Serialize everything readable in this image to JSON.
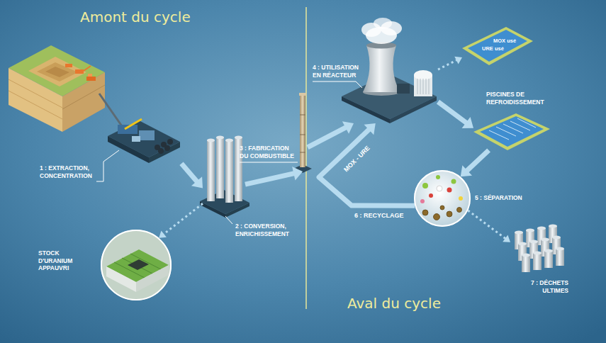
{
  "diagram": {
    "nodes": [
      {
        "text": [
          "1 : EXTRACTION, CONCENTRATION"
        ]
      },
      {
        "text": [
          "2 : CONVERSION, ENRICHISSEMENT"
        ]
      },
      {
        "text": [
          "STOCK D'URANIUM APPAUVRI"
        ]
      },
      {
        "text": [
          "3 : FABRICATION DU COMBUSTIBLE"
        ]
      },
      {
        "text": [
          "4 : UTILISATION EN RÉACTEUR"
        ]
      },
      {
        "text": [
          "MOX usé",
          "URE usé"
        ]
      },
      {
        "text": [
          "PISCINES DE REFROIDISSEMENT"
        ]
      },
      {
        "text": [
          "5 : SÉPARATION"
        ]
      },
      {
        "text": [
          "7 : DÉCHETS ULTIMES"
        ]
      }
    ],
    "edges": [
      {
        "from": 0,
        "to": 1,
        "arrow": "to"
      },
      {
        "from": 1,
        "to": 2,
        "arrow": "to"
      },
      {
        "from": 1,
        "to": 3,
        "arrow": "to"
      },
      {
        "from": 3,
        "to": 4,
        "arrow": "to"
      },
      {
        "from": 4,
        "to": 5,
        "arrow": "to"
      },
      {
        "from": 4,
        "to": 6,
        "arrow": "to"
      },
      {
        "from": 6,
        "to": 7,
        "arrow": "to"
      },
      {
        "from": 7,
        "to": 8,
        "arrow": "to"
      },
      {
        "from": 7,
        "to": 4,
        "label": "6 : RECYCLAGE",
        "arrow": "to"
      }
    ],
    "labels": [
      "Amont du cycle",
      "Aval du cycle",
      "MOX - URE"
    ]
  }
}
